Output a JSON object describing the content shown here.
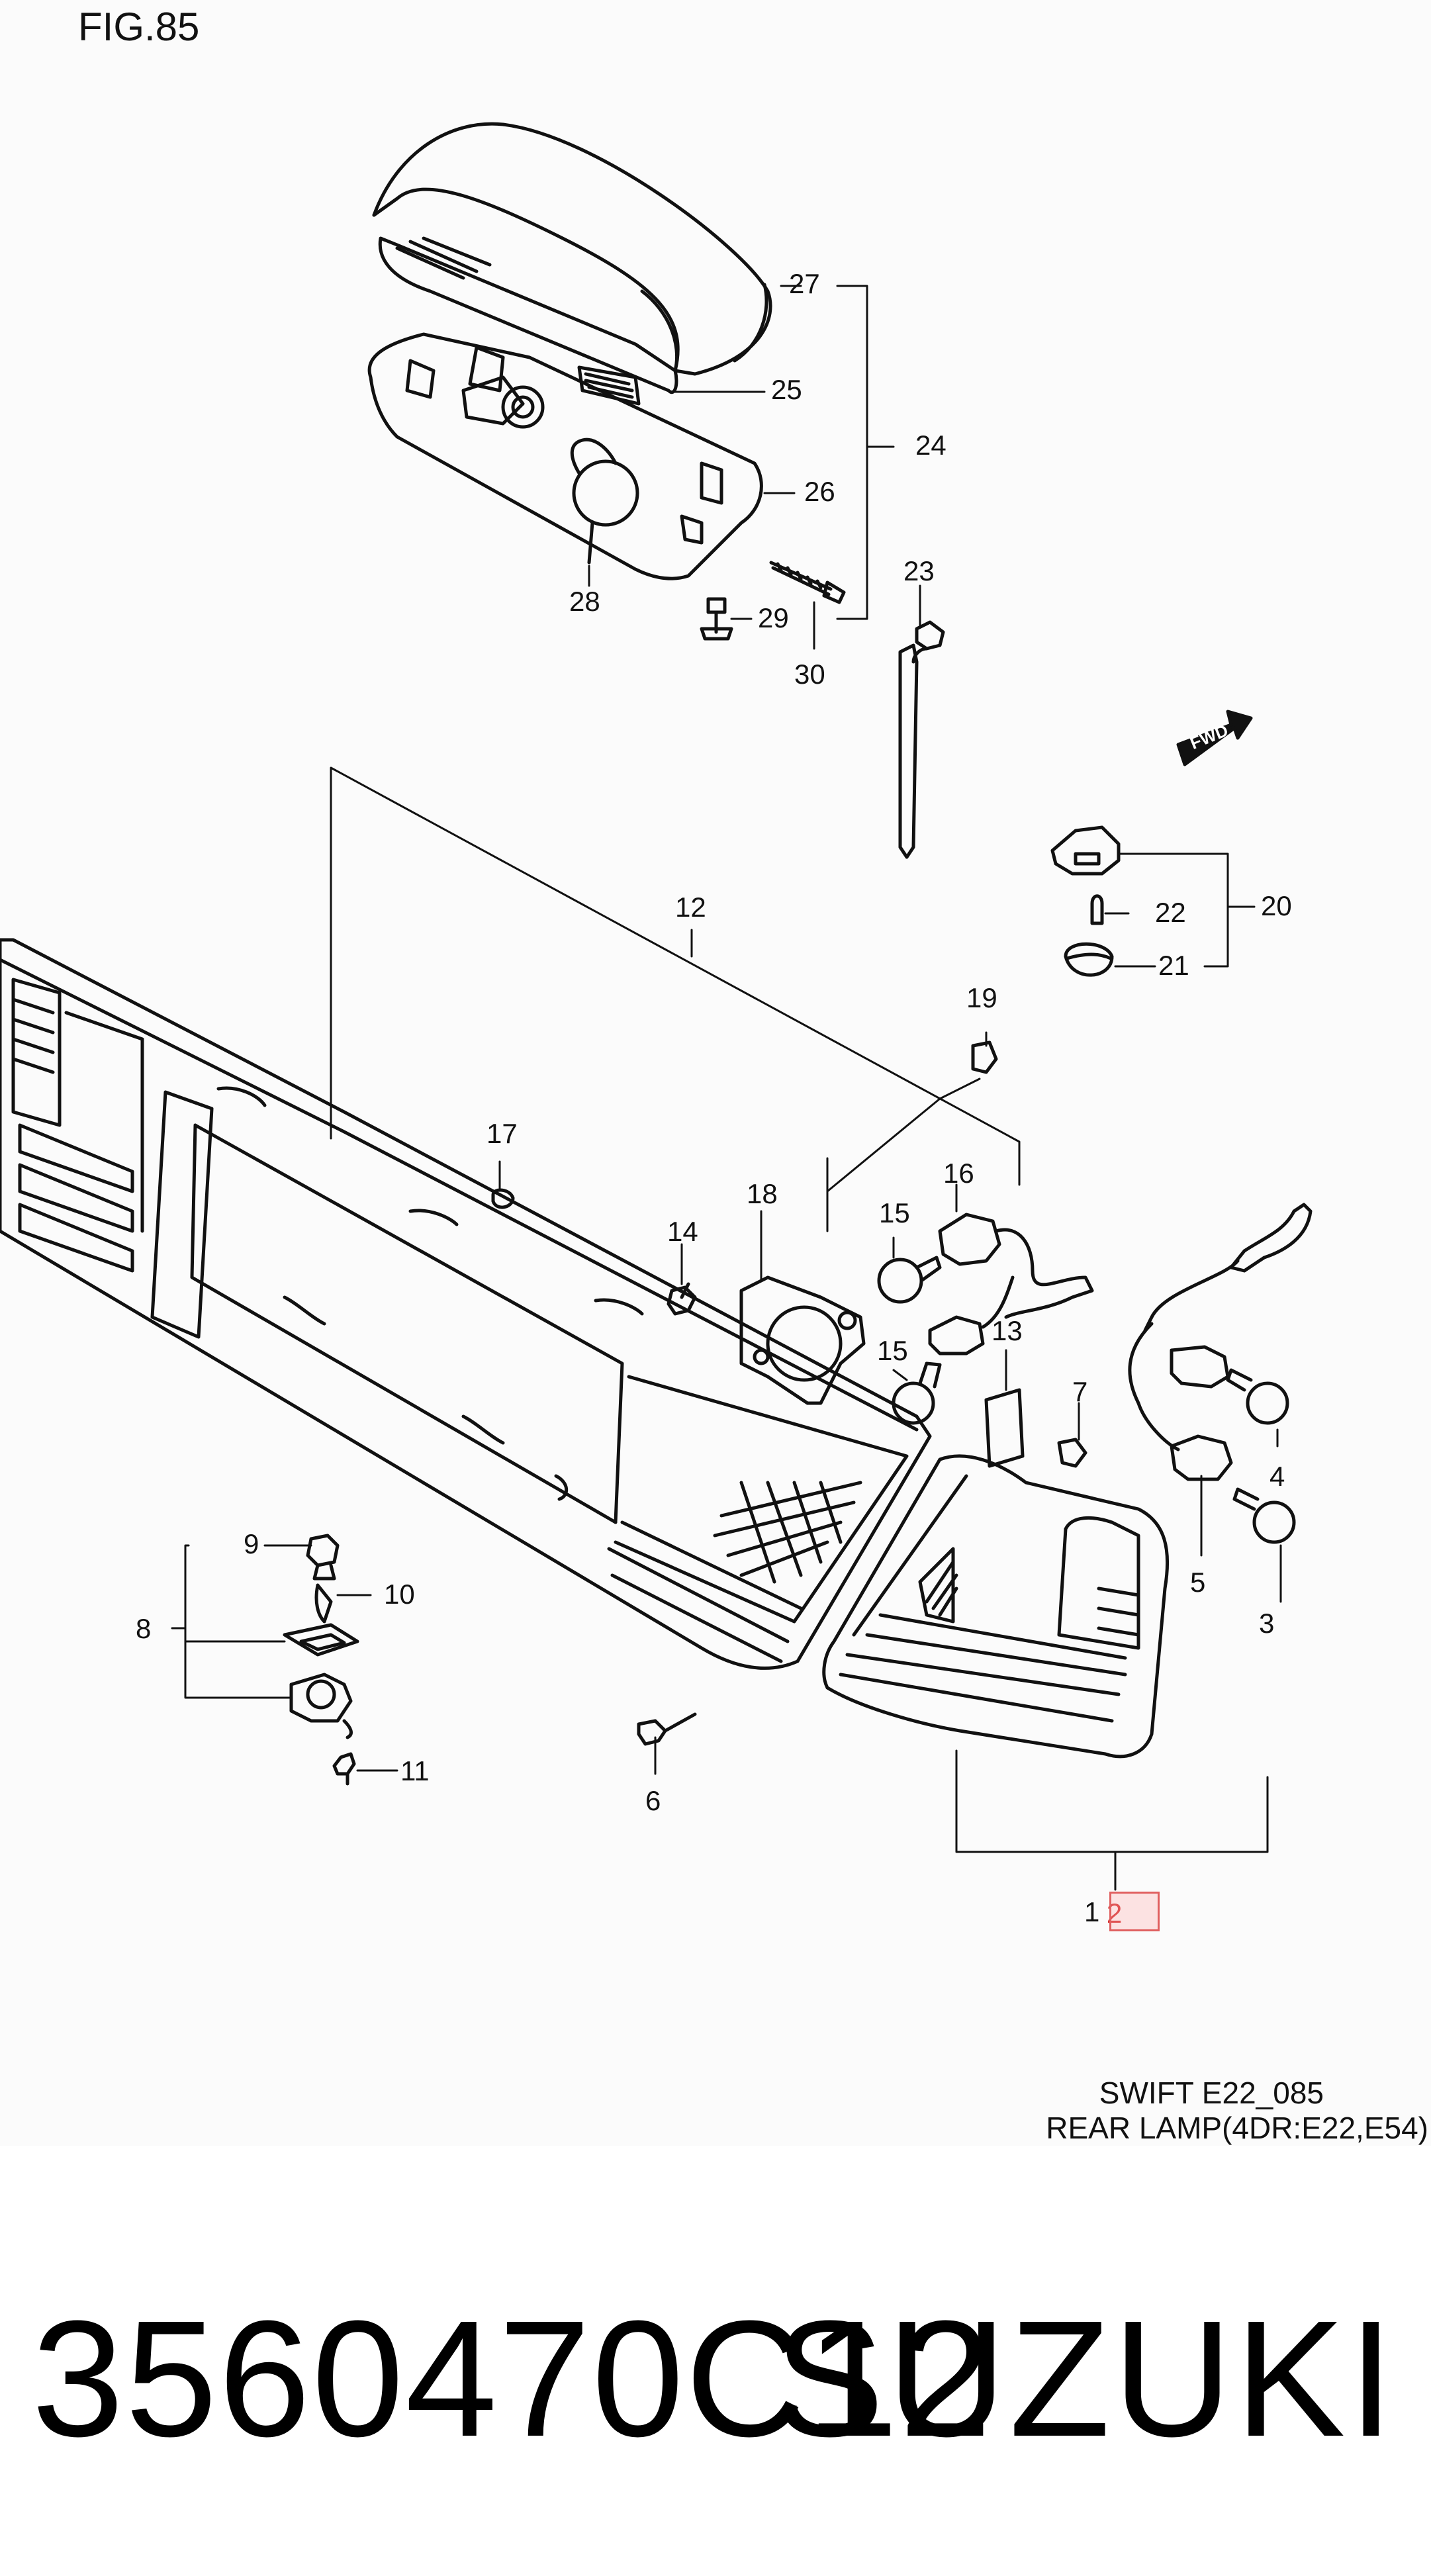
{
  "figure": {
    "label": "FIG.85"
  },
  "callouts": [
    {
      "id": "27",
      "text": "27"
    },
    {
      "id": "25",
      "text": "25"
    },
    {
      "id": "24",
      "text": "24"
    },
    {
      "id": "26",
      "text": "26"
    },
    {
      "id": "28",
      "text": "28"
    },
    {
      "id": "29",
      "text": "29"
    },
    {
      "id": "30",
      "text": "30"
    },
    {
      "id": "23",
      "text": "23"
    },
    {
      "id": "12",
      "text": "12"
    },
    {
      "id": "20",
      "text": "20"
    },
    {
      "id": "22",
      "text": "22"
    },
    {
      "id": "21",
      "text": "21"
    },
    {
      "id": "19",
      "text": "19"
    },
    {
      "id": "17",
      "text": "17"
    },
    {
      "id": "18",
      "text": "18"
    },
    {
      "id": "16",
      "text": "16"
    },
    {
      "id": "14",
      "text": "14"
    },
    {
      "id": "15a",
      "text": "15"
    },
    {
      "id": "15b",
      "text": "15"
    },
    {
      "id": "13",
      "text": "13"
    },
    {
      "id": "7",
      "text": "7"
    },
    {
      "id": "4",
      "text": "4"
    },
    {
      "id": "5",
      "text": "5"
    },
    {
      "id": "3",
      "text": "3"
    },
    {
      "id": "9",
      "text": "9"
    },
    {
      "id": "10",
      "text": "10"
    },
    {
      "id": "8",
      "text": "8"
    },
    {
      "id": "11",
      "text": "11"
    },
    {
      "id": "6",
      "text": "6"
    },
    {
      "id": "1",
      "text": "1"
    },
    {
      "id": "2",
      "text": "2"
    }
  ],
  "fwd_badge": "FWD",
  "caption": {
    "line1": "SWIFT E22_085",
    "line2": "REAR LAMP(4DR:E22,E54)"
  },
  "footer": {
    "part_number": "3560470C12",
    "brand": "SUZUKI"
  },
  "colors": {
    "line": "#111111",
    "diagram_bg": "#fbfbfb",
    "highlight_border": "#e06060"
  }
}
